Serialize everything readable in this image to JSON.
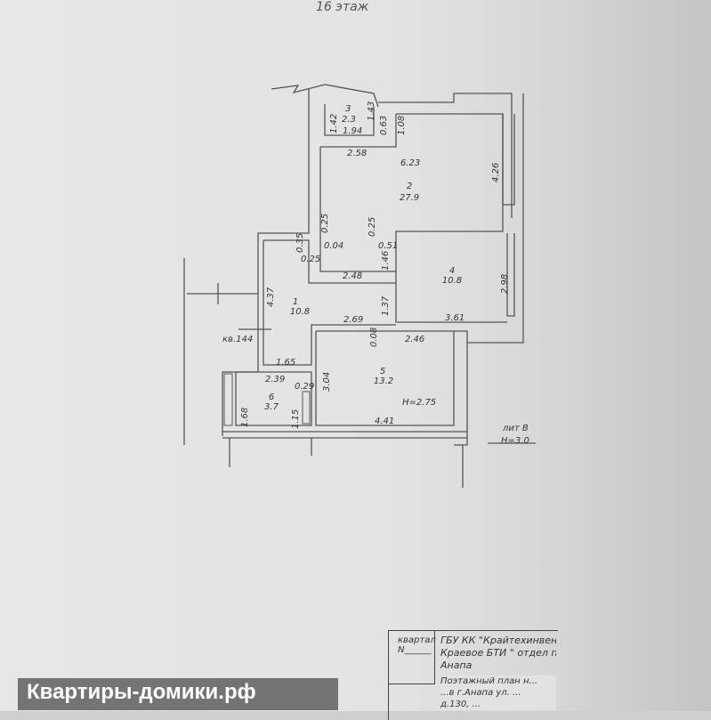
{
  "header": {
    "floor": "16 этаж"
  },
  "rooms": [
    {
      "num": "1",
      "area": "10.8"
    },
    {
      "num": "2",
      "area": "27.9"
    },
    {
      "num": "3",
      "area": "2.3"
    },
    {
      "num": "4",
      "area": "10.8"
    },
    {
      "num": "5",
      "area": "13.2"
    },
    {
      "num": "6",
      "area": "3.7"
    }
  ],
  "dims": {
    "d142": "1.42",
    "d194": "1.94",
    "d143": "1.43",
    "d063": "0.63",
    "d108": "1.08",
    "d258": "2.58",
    "d623": "6.23",
    "d426": "4.26",
    "d025a": "0.25",
    "d004": "0.04",
    "d025b": "0.25",
    "d051": "0.51",
    "d035": "0.35",
    "d025c": "0.25",
    "d146": "1.46",
    "d248": "2.48",
    "d298": "2.98",
    "d437": "4.37",
    "d137": "1.37",
    "d269": "2.69",
    "d361": "3.61",
    "d008": "0.08",
    "d246": "2.46",
    "d165": "1.65",
    "d239": "2.39",
    "d029": "0.29",
    "d304": "3.04",
    "d168": "1.68",
    "d115": "1.15",
    "d441": "4.41"
  },
  "labels": {
    "apt": "кв.144",
    "height_room": "H=2.75",
    "lit": "лит В",
    "height_lit": "H=3.0"
  },
  "title_block": {
    "kvartal": "квартал",
    "n": "N______",
    "org_lines": [
      "ГБУ КК \"Крайтехинвен",
      "Краевое БТИ \" отдел п",
      "Анапа"
    ],
    "plan_lines": [
      "Поэтажный план н...",
      "...в г.Анапа ул. ...",
      "д.130, ..."
    ]
  },
  "watermark": "Квартиры-домики.рф"
}
